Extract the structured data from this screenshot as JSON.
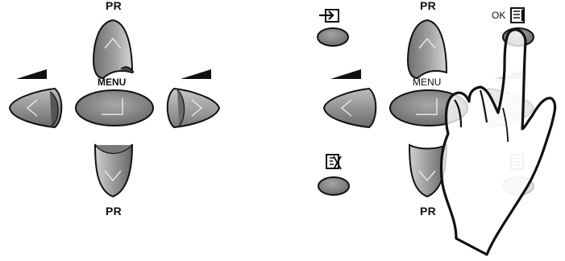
{
  "left_panel": {
    "pr_top": "PR",
    "menu": "MENU",
    "pr_bottom": "PR"
  },
  "right_panel": {
    "pr_top": "PR",
    "menu": "MENU",
    "ok": "OK",
    "pr_bottom": "PR"
  },
  "icons": {
    "input_source": "input-source-icon",
    "ok_index": "ok-index-icon",
    "exit": "exit-icon",
    "list": "list-icon",
    "volume_ramp": "volume-ramp-icon",
    "hand": "hand-pointer-icon"
  },
  "colors": {
    "button_fill": "#8c8c8c",
    "button_dark": "#5a5a5a",
    "button_light": "#c9c9c9",
    "outline": "#111111",
    "faded_button": "#e2e2e2"
  }
}
